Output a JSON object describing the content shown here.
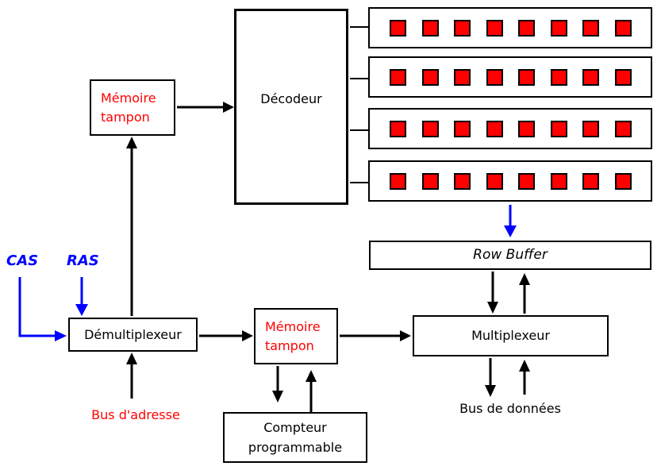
{
  "diagram": {
    "decoder": {
      "label": "Décodeur"
    },
    "buffer_top": {
      "label_line1": "Mémoire",
      "label_line2": "tampon"
    },
    "buffer_mid": {
      "label_line1": "Mémoire",
      "label_line2": "tampon"
    },
    "demux": {
      "label": "Démultiplexeur"
    },
    "mux": {
      "label": "Multiplexeur"
    },
    "row_buffer": {
      "label": "Row Buffer"
    },
    "counter": {
      "label_line1": "Compteur",
      "label_line2": "programmable"
    },
    "signals": {
      "cas_label": "CAS",
      "ras_label": "RAS"
    },
    "address_bus": {
      "label": "Bus d'adresse"
    },
    "data_bus": {
      "label": "Bus de données"
    },
    "memory_array": {
      "rows": 4,
      "cells_per_row": 8
    },
    "colors": {
      "background": "#ffffff",
      "line_black": "#000000",
      "accent_red": "#ff0000",
      "accent_blue": "#0000ff",
      "cell_fill": "#ff0000",
      "cell_border": "#000000"
    }
  }
}
